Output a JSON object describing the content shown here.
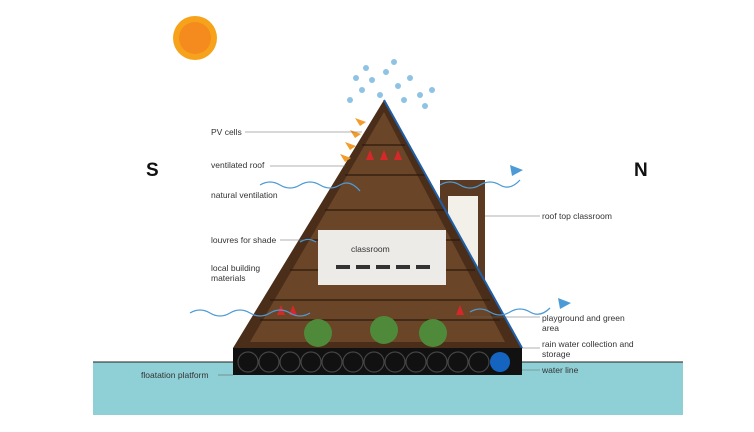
{
  "directions": {
    "south": "S",
    "north": "N"
  },
  "labels": {
    "pv_cells": "PV cells",
    "ventilated_roof": "ventilated roof",
    "natural_ventilation": "natural ventilation",
    "louvres": "louvres for shade",
    "local_materials_1": "local building",
    "local_materials_2": "materials",
    "roof_top_classroom": "roof top classroom",
    "playground_1": "playground and green",
    "playground_2": "area",
    "rain_water_1": "rain water collection and",
    "rain_water_2": "storage",
    "water_line": "water line",
    "floatation_platform": "floatation platform",
    "classroom": "classroom"
  },
  "colors": {
    "water": "#8fd0d6",
    "sun": "#f7a21b",
    "wood": "#4a2e1a",
    "arrow": "#4d9bd6",
    "tank": "#1565c0"
  }
}
